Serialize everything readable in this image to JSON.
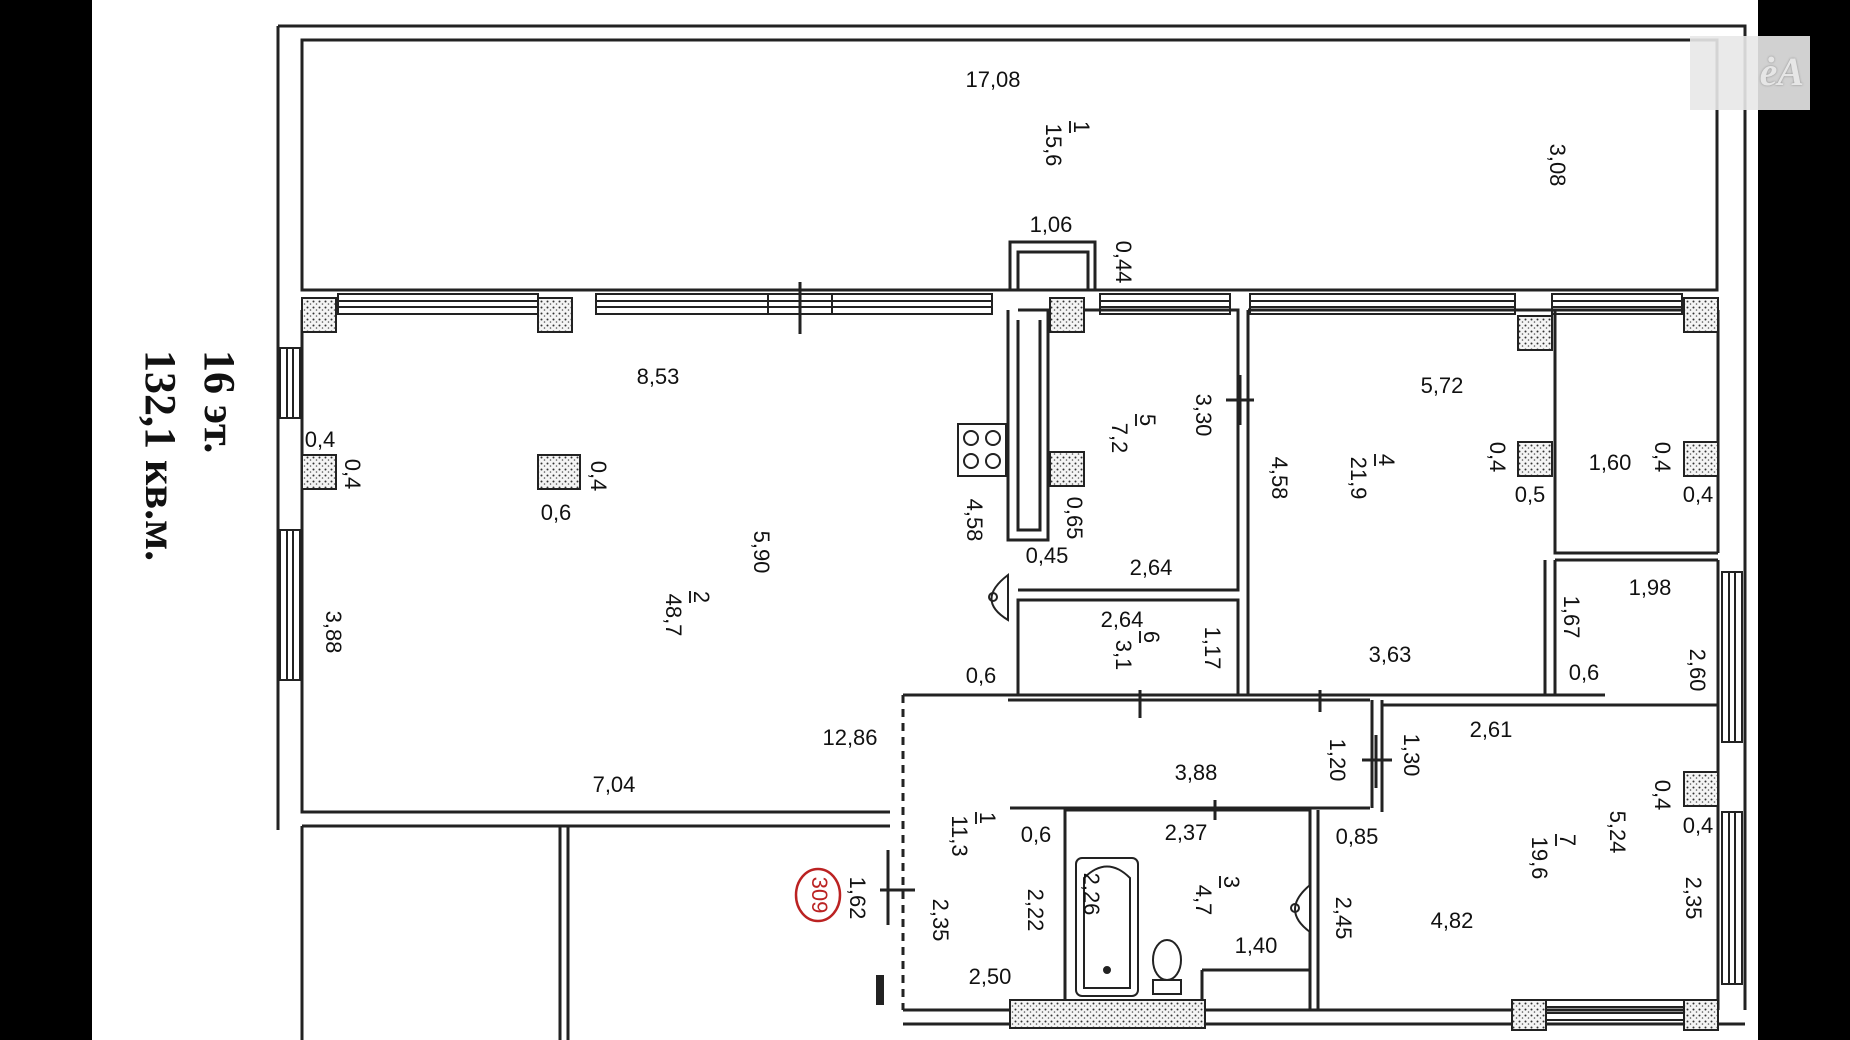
{
  "header": {
    "floor": "16 эт.",
    "area": "132,1 кв.м."
  },
  "watermark": {
    "text": "ėA"
  },
  "stamp": {
    "number": "309"
  },
  "rooms": [
    {
      "id": "r1",
      "number": "1",
      "area": "15,6"
    },
    {
      "id": "r2",
      "number": "2",
      "area": "48,7"
    },
    {
      "id": "r3",
      "number": "3",
      "area": "4,7"
    },
    {
      "id": "r4",
      "number": "4",
      "area": "21,9"
    },
    {
      "id": "r5",
      "number": "5",
      "area": "7,2"
    },
    {
      "id": "r6",
      "number": "6",
      "area": "3,1"
    },
    {
      "id": "r7",
      "number": "7",
      "area": "19,6"
    },
    {
      "id": "r11",
      "number": "1",
      "area": "11,3"
    }
  ],
  "dimensions": [
    {
      "id": "d1",
      "text": "17,08"
    },
    {
      "id": "d2",
      "text": "3,08"
    },
    {
      "id": "d3",
      "text": "1,06"
    },
    {
      "id": "d4",
      "text": "0,44"
    },
    {
      "id": "d5",
      "text": "8,53"
    },
    {
      "id": "d6",
      "text": "5,72"
    },
    {
      "id": "d7",
      "text": "3,30"
    },
    {
      "id": "d8",
      "text": "4,58"
    },
    {
      "id": "d9",
      "text": "0,4"
    },
    {
      "id": "d10",
      "text": "0,4"
    },
    {
      "id": "d11",
      "text": "0,4"
    },
    {
      "id": "d12",
      "text": "0,6"
    },
    {
      "id": "d13",
      "text": "5,90"
    },
    {
      "id": "d14",
      "text": "4,58"
    },
    {
      "id": "d15",
      "text": "0,65"
    },
    {
      "id": "d16",
      "text": "0,45"
    },
    {
      "id": "d17",
      "text": "2,64"
    },
    {
      "id": "d18",
      "text": "0,4"
    },
    {
      "id": "d19",
      "text": "0,5"
    },
    {
      "id": "d20",
      "text": "1,60"
    },
    {
      "id": "d21",
      "text": "0,4"
    },
    {
      "id": "d22",
      "text": "0,4"
    },
    {
      "id": "d23",
      "text": "3,88"
    },
    {
      "id": "d24",
      "text": "2,64"
    },
    {
      "id": "d25",
      "text": "1,17"
    },
    {
      "id": "d26",
      "text": "0,6"
    },
    {
      "id": "d27",
      "text": "3,63"
    },
    {
      "id": "d28",
      "text": "1,67"
    },
    {
      "id": "d29",
      "text": "1,98"
    },
    {
      "id": "d30",
      "text": "0,6"
    },
    {
      "id": "d31",
      "text": "2,60"
    },
    {
      "id": "d32",
      "text": "12,86"
    },
    {
      "id": "d33",
      "text": "2,61"
    },
    {
      "id": "d34",
      "text": "1,20"
    },
    {
      "id": "d35",
      "text": "1,30"
    },
    {
      "id": "d36",
      "text": "3,88"
    },
    {
      "id": "d37",
      "text": "7,04"
    },
    {
      "id": "d38",
      "text": "0,4"
    },
    {
      "id": "d39",
      "text": "0,4"
    },
    {
      "id": "d40",
      "text": "5,24"
    },
    {
      "id": "d41",
      "text": "0,6"
    },
    {
      "id": "d42",
      "text": "2,37"
    },
    {
      "id": "d43",
      "text": "0,85"
    },
    {
      "id": "d44",
      "text": "1,62"
    },
    {
      "id": "d45",
      "text": "2,35"
    },
    {
      "id": "d46",
      "text": "2,22"
    },
    {
      "id": "d47",
      "text": "2,26"
    },
    {
      "id": "d48",
      "text": "2,45"
    },
    {
      "id": "d49",
      "text": "4,82"
    },
    {
      "id": "d50",
      "text": "2,35"
    },
    {
      "id": "d51",
      "text": "1,40"
    },
    {
      "id": "d52",
      "text": "2,50"
    }
  ]
}
